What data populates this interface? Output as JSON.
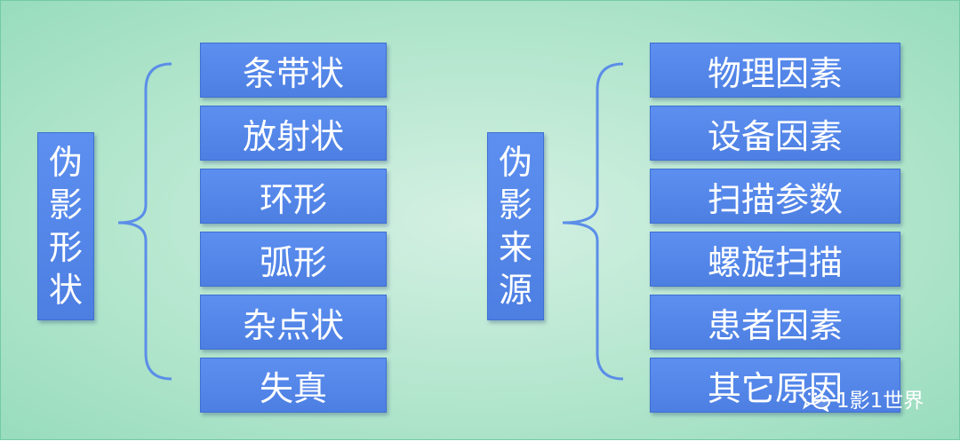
{
  "left_group": {
    "title_chars": [
      "伪",
      "影",
      "形",
      "状"
    ],
    "items": [
      "条带状",
      "放射状",
      "环形",
      "弧形",
      "杂点状",
      "失真"
    ]
  },
  "right_group": {
    "title_chars": [
      "伪",
      "影",
      "来",
      "源"
    ],
    "items": [
      "物理因素",
      "设备因素",
      "扫描参数",
      "螺旋扫描",
      "患者因素",
      "其它原因"
    ]
  },
  "watermark": {
    "icon": "wechat-icon",
    "text": "1影1世界"
  },
  "colors": {
    "background": "#b4e6ce",
    "box_fill": "#5c8ff0",
    "box_text": "#ffffff",
    "brace": "#5b8ee8"
  }
}
